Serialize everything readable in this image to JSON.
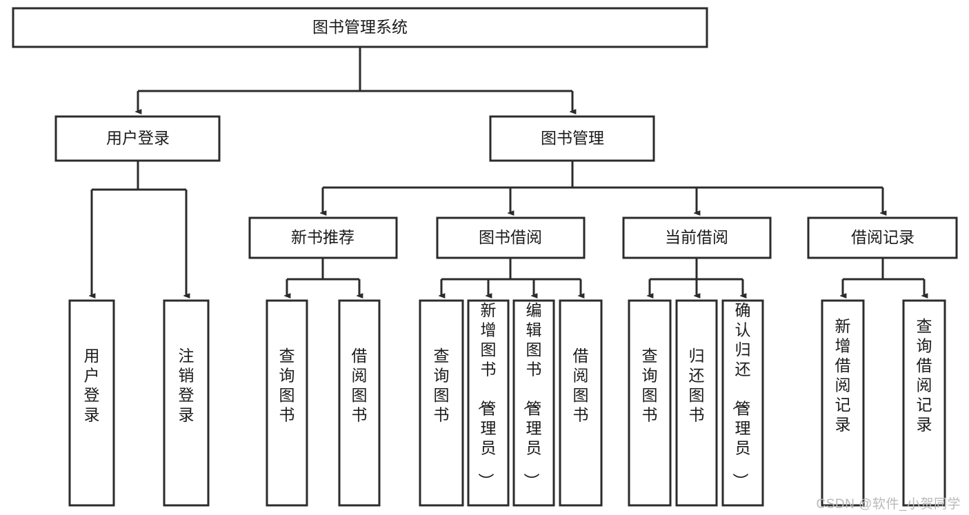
{
  "diagram": {
    "type": "hierarchy-tree",
    "title": "图书管理系统",
    "root": {
      "id": "root",
      "label": "图书管理系统",
      "orientation": "horizontal"
    },
    "level1": [
      {
        "id": "user-login",
        "label": "用户登录",
        "orientation": "horizontal"
      },
      {
        "id": "book-manage",
        "label": "图书管理",
        "orientation": "horizontal"
      }
    ],
    "level2": [
      {
        "id": "new-book-recommend",
        "label": "新书推荐",
        "parent": "book-manage",
        "orientation": "horizontal"
      },
      {
        "id": "book-borrow",
        "label": "图书借阅",
        "parent": "book-manage",
        "orientation": "horizontal"
      },
      {
        "id": "current-borrow",
        "label": "当前借阅",
        "parent": "book-manage",
        "orientation": "horizontal"
      },
      {
        "id": "borrow-record",
        "label": "借阅记录",
        "parent": "book-manage",
        "orientation": "horizontal"
      }
    ],
    "leaves": [
      {
        "id": "leaf-user-login",
        "label": "用户登录",
        "parent": "user-login",
        "orientation": "vertical"
      },
      {
        "id": "leaf-user-logout",
        "label": "注销登录",
        "parent": "user-login",
        "orientation": "vertical"
      },
      {
        "id": "leaf-query-book-1",
        "label": "查询图书",
        "parent": "new-book-recommend",
        "orientation": "vertical"
      },
      {
        "id": "leaf-borrow-book-1",
        "label": "借阅图书",
        "parent": "new-book-recommend",
        "orientation": "vertical"
      },
      {
        "id": "leaf-query-book-2",
        "label": "查询图书",
        "parent": "book-borrow",
        "orientation": "vertical"
      },
      {
        "id": "leaf-add-book",
        "label": "新增图书（管理员）",
        "parent": "book-borrow",
        "orientation": "vertical"
      },
      {
        "id": "leaf-edit-book",
        "label": "编辑图书（管理员）",
        "parent": "book-borrow",
        "orientation": "vertical"
      },
      {
        "id": "leaf-borrow-book-2",
        "label": "借阅图书",
        "parent": "book-borrow",
        "orientation": "vertical"
      },
      {
        "id": "leaf-query-book-3",
        "label": "查询图书",
        "parent": "current-borrow",
        "orientation": "vertical"
      },
      {
        "id": "leaf-return-book",
        "label": "归还图书",
        "parent": "current-borrow",
        "orientation": "vertical"
      },
      {
        "id": "leaf-confirm-return",
        "label": "确认归还（管理员）",
        "parent": "current-borrow",
        "orientation": "vertical"
      },
      {
        "id": "leaf-add-record",
        "label": "新增借阅记录",
        "parent": "borrow-record",
        "orientation": "vertical"
      },
      {
        "id": "leaf-query-record",
        "label": "查询借阅记录",
        "parent": "borrow-record",
        "orientation": "vertical"
      }
    ],
    "colors": {
      "box_fill": "#ffffff",
      "box_stroke": "#2b2b2b",
      "connector": "#2b2b2b",
      "text": "#1a1a1a",
      "watermark": "#b9b9b9",
      "background": "#ffffff"
    }
  },
  "watermark": {
    "label": "CSDN @软件_小贺同学"
  }
}
